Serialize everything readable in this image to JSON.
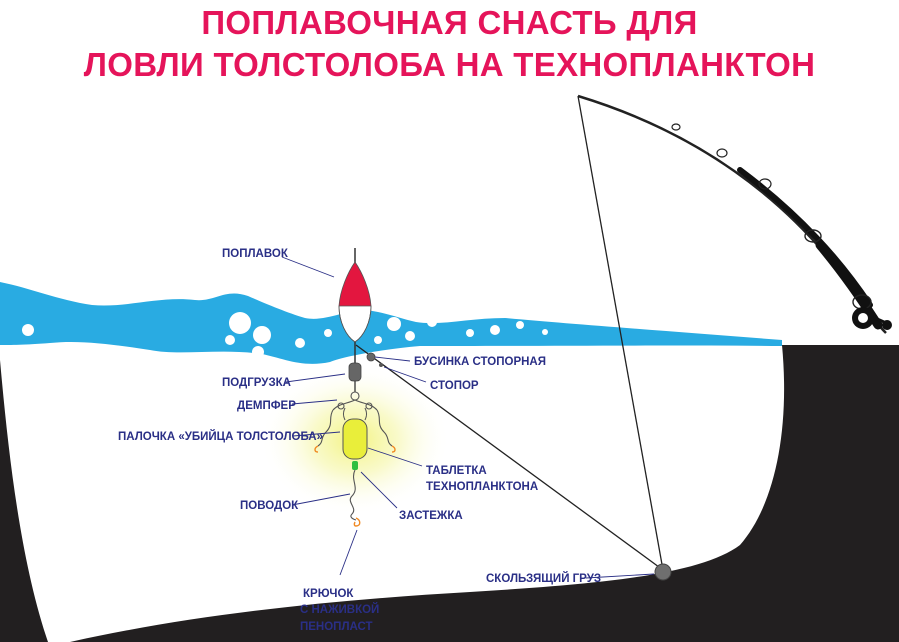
{
  "title": {
    "line1": "ПОПЛАВОЧНАЯ СНАСТЬ ДЛЯ",
    "line2": "ЛОВЛИ ТОЛСТОЛОБА НА ТЕХНОПЛАНКТОН"
  },
  "labels": {
    "float": "ПОПЛАВОК",
    "stopper_bead": "БУСИНКА СТОПОРНАЯ",
    "stopper": "СТОПОР",
    "weight": "ПОДГРУЗКА",
    "damper": "ДЕМПФЕР",
    "stick": "ПАЛОЧКА «УБИЙЦА ТОЛСТОЛОБА»",
    "tablet_line1": "ТАБЛЕТКА",
    "tablet_line2": "ТЕХНОПЛАНКТОНА",
    "leader": "ПОВОДОК",
    "clasp": "ЗАСТЕЖКА",
    "hook_line1": "КРЮЧОК",
    "hook_line2": "С НАЖИВКОЙ",
    "hook_line3": "ПЕНОПЛАСТ",
    "sliding_weight": "СКОЛЬЗЯЩИЙ ГРУЗ"
  },
  "colors": {
    "title": "#e5145a",
    "water": "#29abe2",
    "ground": "#221f20",
    "label": "#2a2f86",
    "float_top": "#e3163f",
    "tablet": "#e9ee3a",
    "glow": "#f3f37a",
    "clasp": "#2fbf3f",
    "hook": "#f08a24"
  }
}
